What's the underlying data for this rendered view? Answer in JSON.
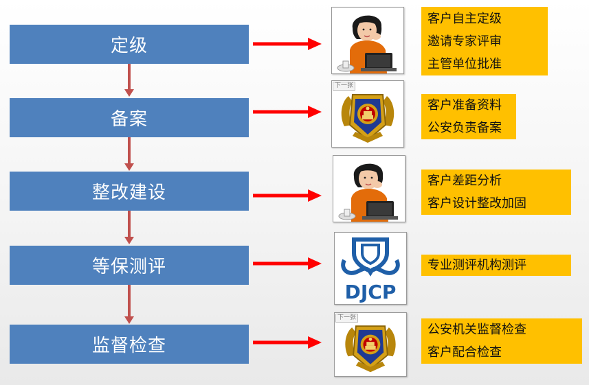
{
  "steps": [
    {
      "label": "定级"
    },
    {
      "label": "备案"
    },
    {
      "label": "整改建设"
    },
    {
      "label": "等保测评"
    },
    {
      "label": "监督检查"
    }
  ],
  "images": [
    {
      "icon": "customer-service-woman-icon"
    },
    {
      "icon": "police-badge-icon",
      "tag": "下一张"
    },
    {
      "icon": "customer-service-woman-icon"
    },
    {
      "icon": "djcp-logo-icon",
      "logo_text": "DJCP"
    },
    {
      "icon": "police-badge-icon",
      "tag": "下一张"
    }
  ],
  "notes": [
    {
      "lines": [
        "客户自主定级",
        "邀请专家评审",
        "主管单位批准"
      ]
    },
    {
      "lines": [
        "客户准备资料",
        "公安负责备案"
      ]
    },
    {
      "lines": [
        "客户差距分析",
        "客户设计整改加固"
      ]
    },
    {
      "lines": [
        "专业测评机构测评"
      ]
    },
    {
      "lines": [
        "公安机关监督检查",
        "客户配合检查"
      ]
    }
  ],
  "colors": {
    "step_fill": "#4f81bd",
    "note_fill": "#ffc000",
    "horizontal_arrow": "#ff0000",
    "vertical_arrow": "#c0504d"
  }
}
